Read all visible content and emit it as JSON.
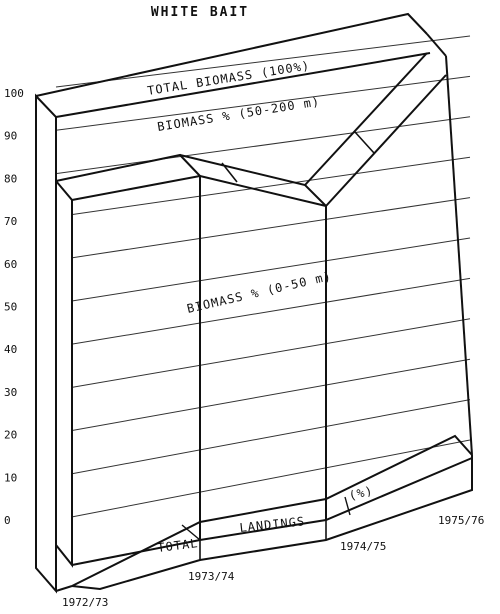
{
  "chart_data": {
    "type": "area",
    "title": "WHITE BAIT",
    "categories": [
      "1972/73",
      "1973/74",
      "1974/75",
      "1975/76"
    ],
    "yticks": [
      0,
      10,
      20,
      30,
      40,
      50,
      60,
      70,
      80,
      90,
      100
    ],
    "ylim": [
      0,
      100
    ],
    "series": [
      {
        "name": "TOTAL BIOMASS (100%)",
        "values": [
          100,
          100,
          100,
          100
        ]
      },
      {
        "name": "BIOMASS % (50-200 m)",
        "values": [
          100,
          100,
          100,
          100
        ]
      },
      {
        "name": "BIOMASS % (0-50 m)",
        "values": [
          80,
          80,
          75,
          93
        ]
      },
      {
        "name": "TOTAL LANDINGS (%)",
        "values": [
          0,
          2,
          5,
          17
        ]
      }
    ],
    "annotations": [
      "TOTAL",
      "LANDINGS",
      "(%)"
    ],
    "grid": true,
    "legend": "none"
  }
}
